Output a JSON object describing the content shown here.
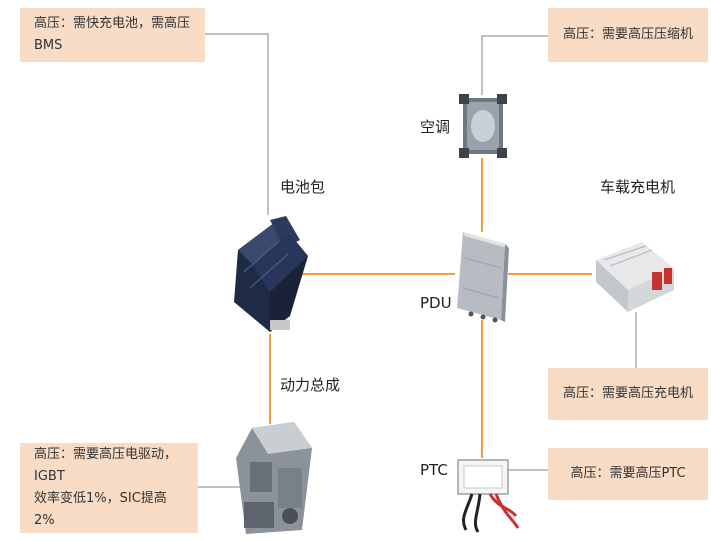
{
  "colors": {
    "orange_line": "#f29a3c",
    "gray_line": "#9a9a9a",
    "callout_bg": "#f8dcc5"
  },
  "callouts": {
    "battery_req": "高压：需快充电池，需高压BMS",
    "ac_req": "高压：需要高压压缩机",
    "charger_req": "高压：需要高压充电机",
    "drive_req_line1": "高压：需要高压电驱动，IGBT",
    "drive_req_line2": "效率变低1%，SIC提高2%",
    "ptc_req": "高压：需要高压PTC"
  },
  "components": {
    "battery": "电池包",
    "ac": "空调",
    "pdu": "PDU",
    "charger": "车载充电机",
    "powertrain": "动力总成",
    "ptc": "PTC"
  },
  "icons": {
    "battery": "battery-pack-icon",
    "ac": "compressor-icon",
    "pdu": "pdu-box-icon",
    "charger": "onboard-charger-icon",
    "powertrain": "electric-drive-icon",
    "ptc": "ptc-heater-icon"
  }
}
